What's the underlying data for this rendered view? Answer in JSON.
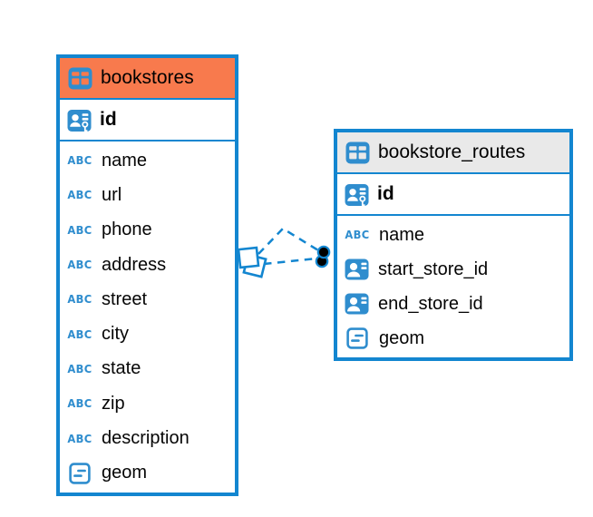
{
  "tables": [
    {
      "name": "bookstores",
      "header_color": "#F87A4D",
      "columns": [
        {
          "name": "id",
          "type": "primary-key"
        },
        {
          "name": "name",
          "type": "text"
        },
        {
          "name": "url",
          "type": "text"
        },
        {
          "name": "phone",
          "type": "text"
        },
        {
          "name": "address",
          "type": "text"
        },
        {
          "name": "street",
          "type": "text"
        },
        {
          "name": "city",
          "type": "text"
        },
        {
          "name": "state",
          "type": "text"
        },
        {
          "name": "zip",
          "type": "text"
        },
        {
          "name": "description",
          "type": "text"
        },
        {
          "name": "geom",
          "type": "geometry"
        }
      ]
    },
    {
      "name": "bookstore_routes",
      "header_color": "#E9E9E9",
      "columns": [
        {
          "name": "id",
          "type": "primary-key"
        },
        {
          "name": "name",
          "type": "text"
        },
        {
          "name": "start_store_id",
          "type": "foreign-key"
        },
        {
          "name": "end_store_id",
          "type": "foreign-key"
        },
        {
          "name": "geom",
          "type": "geometry"
        }
      ]
    }
  ],
  "relationships": [
    {
      "from": "bookstores",
      "to": "bookstore_routes",
      "line_style": "dashed"
    },
    {
      "from": "bookstores",
      "to": "bookstore_routes",
      "line_style": "dashed"
    }
  ],
  "icons": {
    "abc_label": "ABC",
    "table": "table-icon",
    "primary_key": "person-key-icon",
    "foreign_key": "person-card-icon",
    "geometry": "geometry-icon"
  },
  "colors": {
    "accent_blue": "#1386D0",
    "icon_blue": "#2F8DCE",
    "bookstores_header": "#F87A4D",
    "routes_header": "#E9E9E9",
    "endpoint_dot": "#000000",
    "background": "#FFFFFF"
  }
}
